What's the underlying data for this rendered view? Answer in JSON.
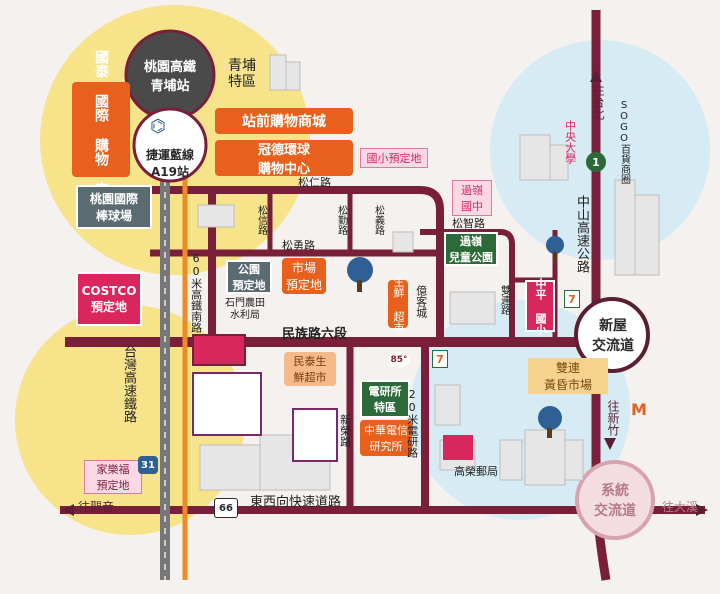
{
  "colors": {
    "road": "#7a1f3a",
    "circle_yellow": "#f6e38a",
    "circle_blue": "#d6ebf4",
    "orange": "#e8601c",
    "green": "#2d6a3a",
    "magenta": "#d9275e",
    "rail_gray": "#777777",
    "rail_orange": "#f08a24"
  },
  "stations": {
    "hsr": "桃園高鐵\n青埔站",
    "mrt": "捷運藍線\nA19站",
    "xinwu": "新屋\n交流道",
    "system": "系統\n交流道"
  },
  "districts": {
    "qingpu": "青埔\n特區"
  },
  "landmarks": {
    "cathay": "國泰\n國際\n購物\n商城",
    "station_mall": "站前購物商城",
    "gloria": "冠德環球\n購物中心",
    "baseball": "桃園國際\n棒球場",
    "costco": "COSTCO\n預定地",
    "school_site": "國小預定地",
    "guoling_middle": "過嶺\n國中",
    "guoling_park": "過嶺\n兒童公園",
    "park_site": "公園\n預定地",
    "market_site": "市場\n預定地",
    "water": "石門農田\n水利局",
    "supermarket": "生鮮\n超市",
    "yixin": "億客城",
    "zhongping": "中平\n國小",
    "central_univ": "中央大學",
    "sogo": "SOGO百貨商圈",
    "minfeng": "民泰生\n鮮超市",
    "research_zone": "電研所\n特區",
    "cht": "中華電信\n研究所",
    "post": "高榮郵局",
    "shuanglian": "雙連\n黃昏市場",
    "carrefour": "家樂福\n預定地"
  },
  "roads": {
    "songren": "松仁路",
    "songzhi": "松智路",
    "songyong": "松勇路",
    "songxin": "松信路",
    "songqin": "松勤路",
    "songyi": "松義路",
    "minzu6": "民族路六段",
    "rd60m": "60米高鐵南路",
    "rd20m": "20米電研路",
    "xinrong": "新榮路",
    "shuanglian_rd": "雙連路",
    "zhongshan_hwy": "中山高速公路",
    "hsr_rail": "台灣高速鐵路",
    "east_west": "東西向快速道路",
    "to_taipei": "往台北",
    "to_xinzhu": "往新竹",
    "to_guanyin": "往觀音",
    "to_daxi": "往大溪"
  },
  "shields": {
    "route_1": "1",
    "route_31": "31",
    "route_66": "66",
    "seven_eleven": "7",
    "shop_85": "85°",
    "mcd": "M"
  }
}
